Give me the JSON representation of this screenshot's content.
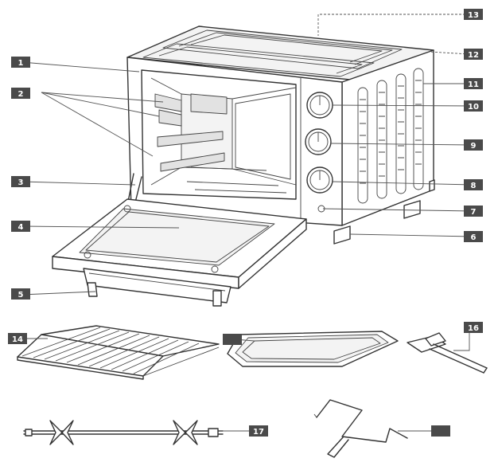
{
  "callouts": {
    "c1": "1",
    "c2": "2",
    "c3": "3",
    "c4": "4",
    "c5": "5",
    "c6": "6",
    "c7": "7",
    "c8": "8",
    "c9": "9",
    "c10": "10",
    "c11": "11",
    "c12": "12",
    "c13": "13",
    "c14": "14",
    "c15": "",
    "c16": "16",
    "c17": "17",
    "c18": ""
  },
  "colors": {
    "badge": "#4a4a4a",
    "line": "#333333",
    "background": "#ffffff"
  }
}
